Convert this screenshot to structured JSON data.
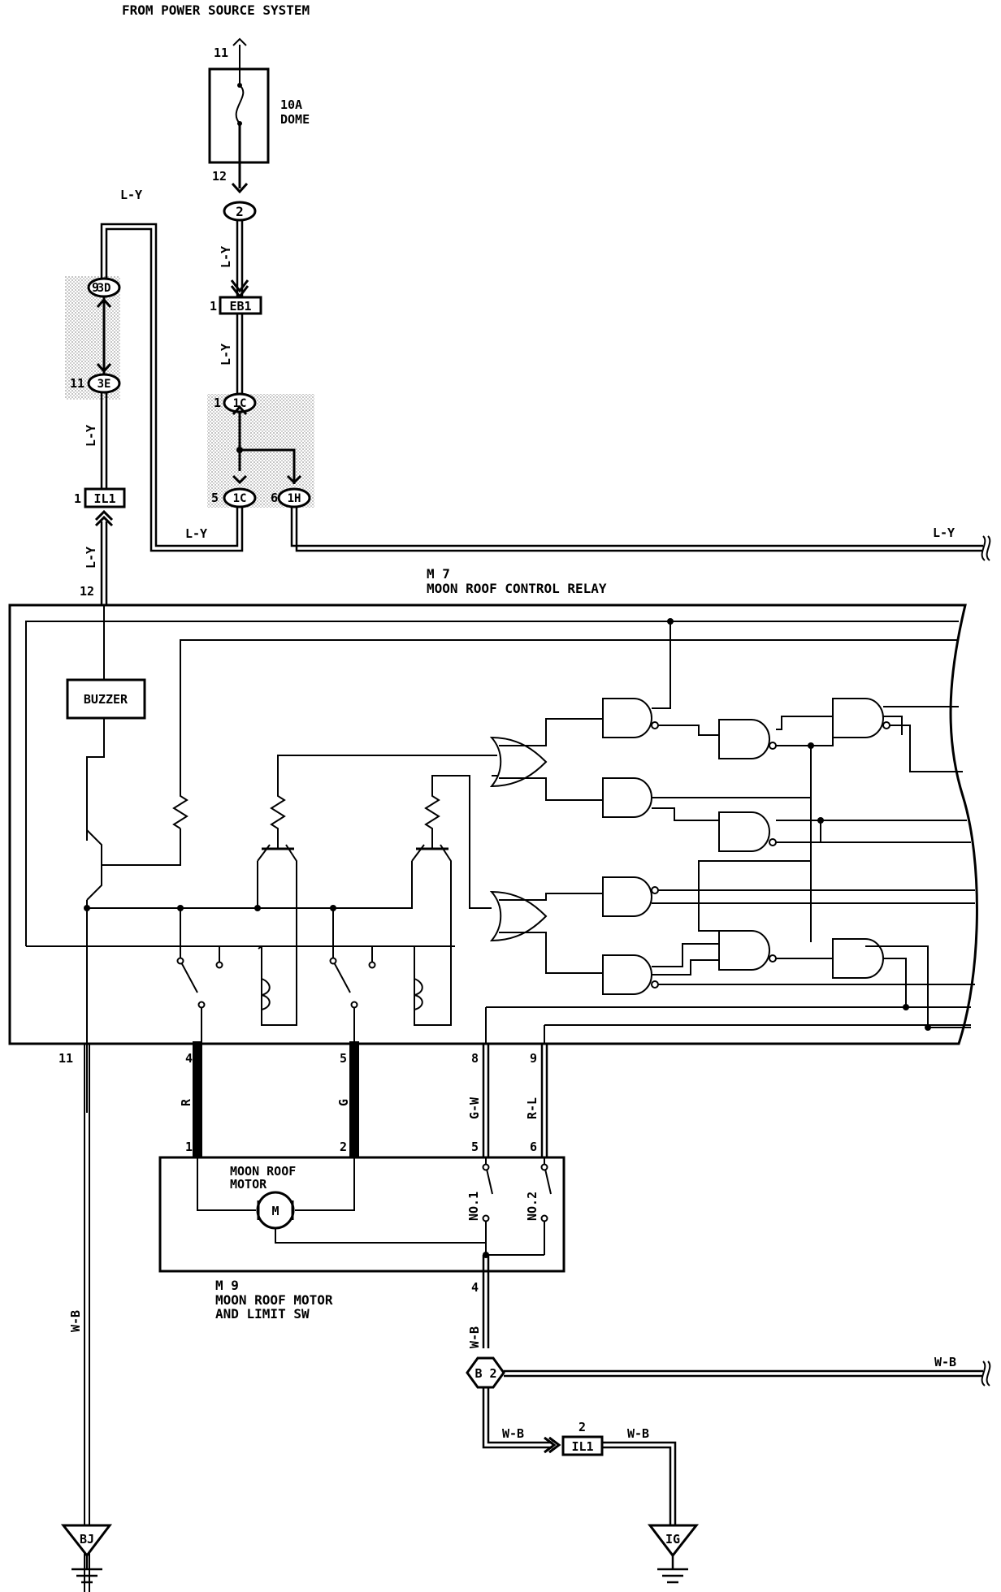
{
  "labels": {
    "source": "FROM POWER SOURCE SYSTEM",
    "fuse_amp": "10A",
    "fuse_name": "DOME",
    "relay_code": "M 7",
    "relay_name": "MOON ROOF CONTROL RELAY",
    "buzzer": "BUZZER",
    "motor_title_1": "MOON ROOF",
    "motor_title_2": "MOTOR",
    "motor_symbol": "M",
    "motor_code": "M 9",
    "motor_name_1": "MOON ROOF MOTOR",
    "motor_name_2": "AND LIMIT SW",
    "limit_sw_1": "NO.1",
    "limit_sw_2": "NO.2"
  },
  "connectors": {
    "c_2": "2",
    "c_3d": "3D",
    "c_3e": "3E",
    "c_eb1": "EB1",
    "c_1c_a": "1C",
    "c_1c_b": "1C",
    "c_1h": "1H",
    "c_il1_top": "IL1",
    "c_il1_bottom": "IL1",
    "ground_bj": "BJ",
    "ground_ig": "IG",
    "junction_b2": "B 2"
  },
  "pins": {
    "p11_top": "11",
    "p12_fuse": "12",
    "p9": "9",
    "p11_3e": "11",
    "p1_eb1": "1",
    "p1_1c": "1",
    "p5_1c": "5",
    "p6_1h": "6",
    "p1_il1": "1",
    "p12_relay": "12",
    "p11_relay": "11",
    "p4_relay": "4",
    "p5_relay": "5",
    "p8_relay": "8",
    "p9_relay": "9",
    "p1_motor": "1",
    "p2_motor": "2",
    "p5_motor": "5",
    "p6_motor": "6",
    "p4_motor": "4",
    "p2_il1": "2"
  },
  "wires": {
    "ly_top": "L-Y",
    "ly_v1": "L-Y",
    "ly_v2": "L-Y",
    "ly_v3": "L-Y",
    "ly_v4": "L-Y",
    "ly_h1": "L-Y",
    "ly_right": "L-Y",
    "r": "R",
    "g": "G",
    "gw": "G-W",
    "rl": "R-L",
    "wb_left": "W-B",
    "wb_v": "W-B",
    "wb_right": "W-B",
    "wb_h1": "W-B",
    "wb_h2": "W-B"
  }
}
